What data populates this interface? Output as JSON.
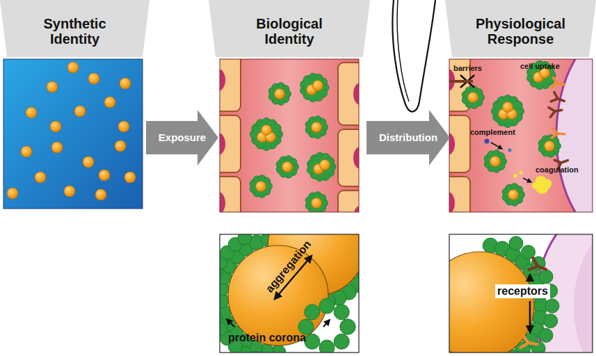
{
  "diagram": {
    "nodes": [
      {
        "text": [
          "Synthetic Identity"
        ]
      },
      {
        "text": [
          "Exposure"
        ]
      },
      {
        "text": [
          "Biological Identity"
        ]
      },
      {
        "text": [
          "Distribution"
        ]
      },
      {
        "text": [
          "Physiological Response"
        ]
      }
    ],
    "labels": [
      "barriers",
      "cell uptake",
      "complement",
      "coagulation",
      "aggregation",
      "protein corona",
      "receptors"
    ]
  }
}
